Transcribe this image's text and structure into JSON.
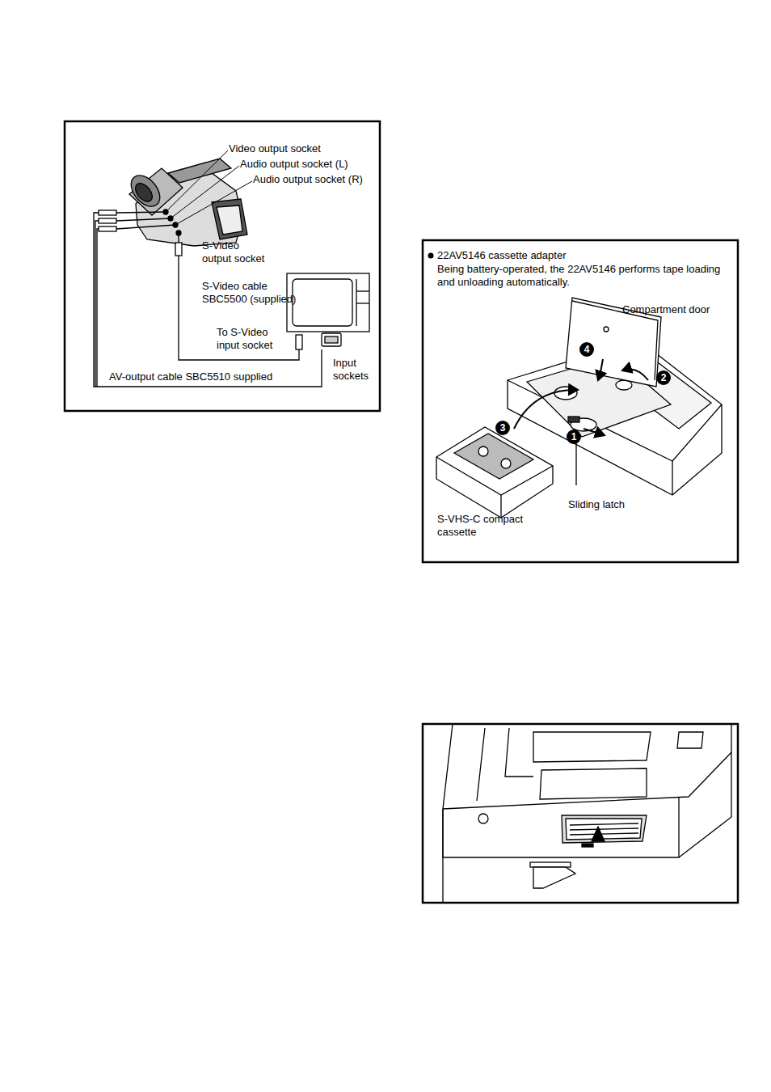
{
  "diagram": {
    "labels": [
      "Video output socket",
      "Audio output socket (L)",
      "Audio output socket (R)",
      "S-Video output socket",
      "S-Video cable SBC5500 (supplied)",
      "To S-Video input socket",
      "AV-output cable SBC5510 supplied",
      "Input sockets",
      "22AV5146 cassette adapter",
      "Being battery-operated, the 22AV5146 performs tape loading and unloading automatically.",
      "Compartment door",
      "4",
      "2",
      "3",
      "1",
      "Sliding latch",
      "S-VHS-C compact cassette"
    ]
  }
}
